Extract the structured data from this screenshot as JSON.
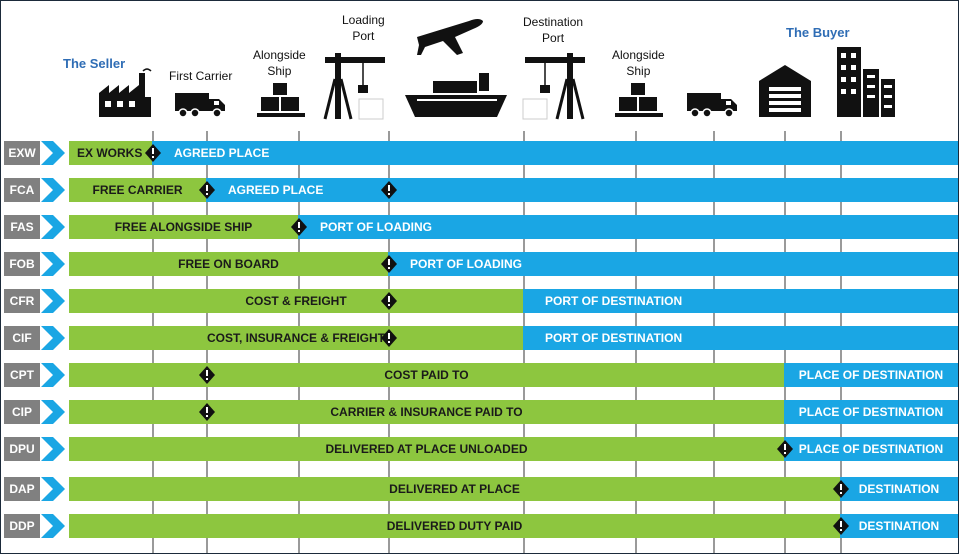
{
  "header": {
    "seller": "The Seller",
    "first_carrier": "First Carrier",
    "alongside_ship_1": "Alongside\nShip",
    "loading_port": "Loading\nPort",
    "destination_port": "Destination\nPort",
    "alongside_ship_2": "Alongside\nShip",
    "buyer": "The Buyer"
  },
  "colors": {
    "seller_segment": "#8dc63f",
    "buyer_segment": "#1aa6e4",
    "code_label": "#808080",
    "header_accent": "#2f6db5"
  },
  "rows": [
    {
      "code": "EXW",
      "seller_label": "EX WORKS",
      "buyer_label": "AGREED PLACE"
    },
    {
      "code": "FCA",
      "seller_label": "FREE CARRIER",
      "buyer_label": "AGREED PLACE"
    },
    {
      "code": "FAS",
      "seller_label": "FREE ALONGSIDE SHIP",
      "buyer_label": "PORT OF LOADING"
    },
    {
      "code": "FOB",
      "seller_label": "FREE  ON BOARD",
      "buyer_label": "PORT OF LOADING"
    },
    {
      "code": "CFR",
      "seller_label": "COST & FREIGHT",
      "buyer_label": "PORT OF DESTINATION"
    },
    {
      "code": "CIF",
      "seller_label": "COST, INSURANCE & FREIGHT",
      "buyer_label": "PORT OF DESTINATION"
    },
    {
      "code": "CPT",
      "seller_label": "COST PAID TO",
      "buyer_label": "PLACE OF DESTINATION"
    },
    {
      "code": "CIP",
      "seller_label": "CARRIER & INSURANCE PAID TO",
      "buyer_label": "PLACE OF DESTINATION"
    },
    {
      "code": "DPU",
      "seller_label": "DELIVERED AT PLACE UNLOADED",
      "buyer_label": "PLACE OF DESTINATION"
    },
    {
      "code": "DAP",
      "seller_label": "DELIVERED AT PLACE",
      "buyer_label": "DESTINATION"
    },
    {
      "code": "DDP",
      "seller_label": "DELIVERED DUTY PAID",
      "buyer_label": "DESTINATION"
    }
  ]
}
